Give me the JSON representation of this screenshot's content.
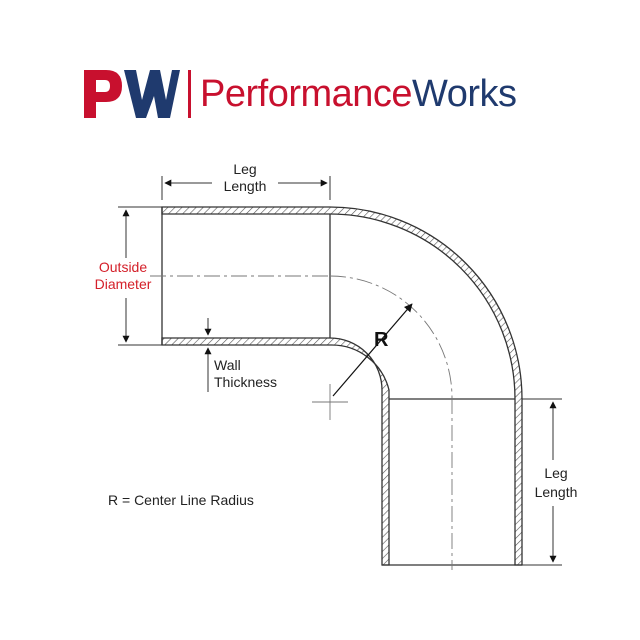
{
  "brand": {
    "mark_letters": "PW",
    "name_part_1": "Performance",
    "name_part_2": "Works",
    "color_red": "#c8102e",
    "color_navy": "#1f3a6e"
  },
  "diagram": {
    "leg_length_top": [
      "Leg",
      "Length"
    ],
    "outside_diameter": [
      "Outside",
      "Diameter"
    ],
    "wall_thickness": [
      "Wall",
      "Thickness"
    ],
    "radius_symbol": "R",
    "leg_length_right": [
      "Leg",
      "Length"
    ],
    "legend": "R = Center Line Radius",
    "label_color_highlight": "#d4202a"
  }
}
